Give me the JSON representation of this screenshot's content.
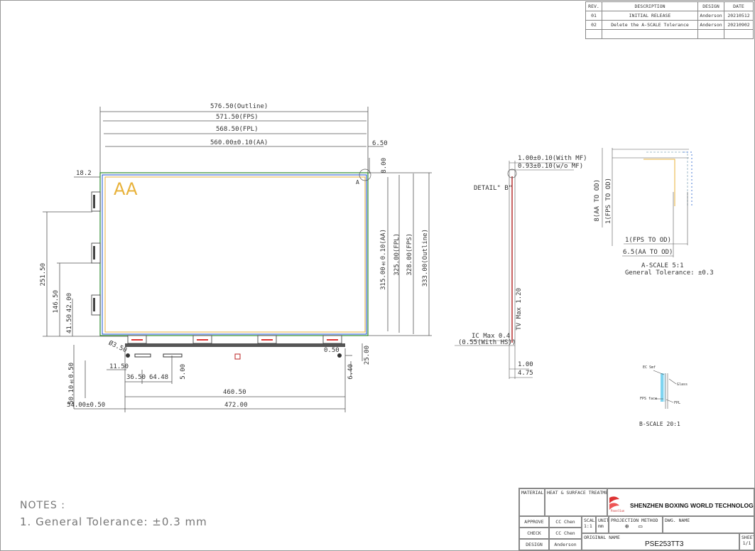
{
  "revision_table": {
    "headers": [
      "REV.",
      "DESCRIPTION",
      "DESIGN",
      "DATE"
    ],
    "rows": [
      [
        "01",
        "INITIAL RELEASE",
        "Anderson",
        "20210512"
      ],
      [
        "02",
        "Delete the A-SCALE Tolerance",
        "Anderson",
        "20210902"
      ],
      [
        "",
        "",
        "",
        ""
      ]
    ]
  },
  "main_view": {
    "dims_top": [
      "576.50(Outline)",
      "571.50(FPS)",
      "568.50(FPL)",
      "560.00±0.10(AA)",
      "6.50",
      "8.00"
    ],
    "dim_left_top": "18.2",
    "active_area_label": "AA",
    "corner_label": "A",
    "dims_right": [
      "315.00±0.10(AA)",
      "325.00(FPL)",
      "328.00(FPS)",
      "333.00(Outline)"
    ],
    "dims_left": [
      "251.50",
      "146.50",
      "41.50",
      "42.00"
    ],
    "dims_bottom": [
      "Ø3.50",
      "0.50",
      "25.00",
      "11.50",
      "6.40",
      "36.50",
      "64.48",
      "5.00",
      "50.10±0.50",
      "460.50",
      "472.00",
      "54.00±0.50"
    ]
  },
  "side_view": {
    "labels": [
      "1.00±0.10(With MF)",
      "0.93±0.10(w/o MF)",
      "DETAIL\" B\"",
      "TV Max 1.20",
      "IC Max 0.4",
      "(0.55(With HS))",
      "1.00",
      "4.75"
    ]
  },
  "detail_a": {
    "labels": [
      "8(AA TO OD)",
      "1(FPS TO OD)",
      "1(FPS TO OD)",
      "6.5(AA TO OD)"
    ],
    "scale": "A-SCALE 5:1",
    "tolerance": "General Tolerance: ±0.3"
  },
  "detail_b": {
    "labels": [
      "EC Smf",
      "Glass",
      "FPS face",
      "FPL"
    ],
    "scale": "B-SCALE 20:1"
  },
  "notes": {
    "title": "NOTES :",
    "items": [
      "1. General Tolerance: ±0.3 mm"
    ]
  },
  "title_block": {
    "material": "MATERIAL",
    "heat_surface": "HEAT & SURFACE TREATMENT",
    "company": "SHENZHEN BOXING WORLD TECHNOLOGY CO.,LTD",
    "logo_text": "PanelSun",
    "approve": "APPROVE",
    "approve_name": "CC Chen",
    "check": "CHECK",
    "check_name": "CC Chen",
    "design": "DESIGN",
    "design_name": "Anderson",
    "scale": "SCALE",
    "scale_value": "1:1",
    "unit": "UNIT",
    "unit_value": "mm",
    "projection": "PROJECTION METHOD",
    "dwg_name": "DWG. NAME",
    "original_name": "ORIGINAL NAME",
    "part_number": "PSE253TT3",
    "sheet": "SHEET",
    "sheet_value": "1/1"
  },
  "colors": {
    "outline": "#2d8a2d",
    "fpl": "#1a4fd1",
    "aa": "#e8b23a",
    "detail_red": "#b22222",
    "dim_line": "#555555"
  }
}
